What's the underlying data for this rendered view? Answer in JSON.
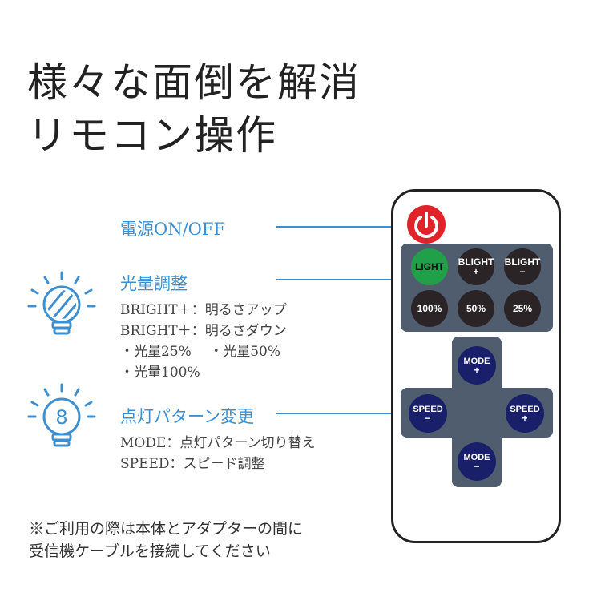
{
  "title": {
    "line1": "様々な面倒を解消",
    "line2": "リモコン操作"
  },
  "power": {
    "label": "電源ON/OFF"
  },
  "brightness": {
    "heading": "光量調整",
    "lines": [
      "BRIGHT＋：明るさアップ",
      "BRIGHT＋：明るさダウン",
      "・光量25%　 ・光量50%",
      "・光量100%"
    ]
  },
  "pattern": {
    "heading": "点灯パターン変更",
    "lines": [
      "MODE：点灯パターン切り替え",
      "SPEED：スピード調整"
    ],
    "icon_digit": "8"
  },
  "note": {
    "line1": "※ご利用の際は本体とアダプターの間に",
    "line2": "受信機ケーブルを接続してください"
  },
  "remote": {
    "light": "LIGHT",
    "blight_plus": {
      "top": "BLIGHT",
      "sign": "+"
    },
    "blight_minus": {
      "top": "BLIGHT",
      "sign": "−"
    },
    "p100": "100%",
    "p50": "50%",
    "p25": "25%",
    "mode_plus": {
      "top": "MODE",
      "sign": "+"
    },
    "mode_minus": {
      "top": "MODE",
      "sign": "−"
    },
    "speed_minus": {
      "top": "SPEED",
      "sign": "−"
    },
    "speed_plus": {
      "top": "SPEED",
      "sign": "+"
    }
  },
  "colors": {
    "accent": "#3d8fd0",
    "power_red": "#e0222a",
    "light_green": "#21a04a",
    "panel": "#4f5d6f",
    "button_dark": "#2a2427",
    "button_navy": "#1a1f6a"
  },
  "icons": [
    "lightbulb-striped-icon",
    "lightbulb-eight-icon",
    "power-icon"
  ]
}
